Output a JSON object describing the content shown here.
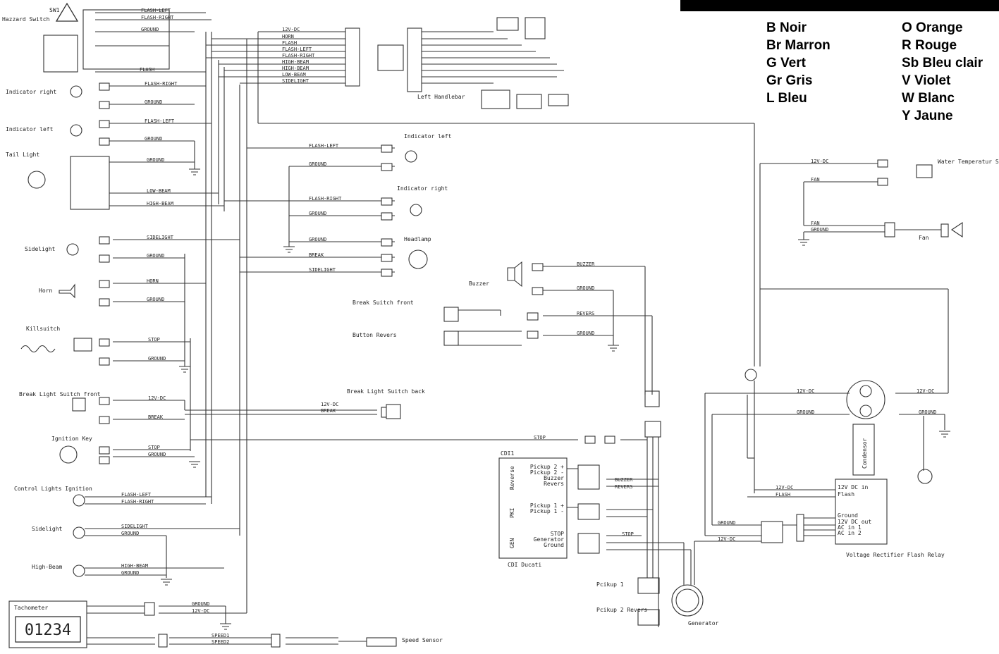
{
  "legend": {
    "left": [
      "B Noir",
      "Br Marron",
      "G Vert",
      "Gr Gris",
      "L Bleu"
    ],
    "right": [
      "O Orange",
      "R Rouge",
      "Sb Bleu clair",
      "V Violet",
      "W Blanc",
      "Y Jaune"
    ]
  },
  "components": {
    "hazard": "Hazzard Switch",
    "sw1": "SW1",
    "ind_right_rear": "Indicator right",
    "ind_left_rear": "Indicator left",
    "tail_light": "Tail Light",
    "sidelight_rear": "Sidelight",
    "horn": "Horn",
    "killswitch": "Killsuitch",
    "break_light_front": "Break Light Suitch front",
    "ignition_key": "Ignition Key",
    "control_lights": "Control Lights Ignition",
    "sidelight_dash": "Sidelight",
    "high_beam": "High-Beam",
    "tachometer": "Tachometer",
    "tacho_value": "01234",
    "left_handlebar": "Left Handlebar",
    "ind_left_front": "Indicator left",
    "ind_right_front": "Indicator right",
    "headlamp": "Headlamp",
    "buzzer": "Buzzer",
    "break_switch_front": "Break Suitch front",
    "button_revers": "Button Revers",
    "break_light_back": "Break Light Suitch back",
    "cdi": "CDI Ducati",
    "cdi_id": "CDI1",
    "pickup1": "Pcikup 1",
    "pickup2": "Pcikup 2 Revers",
    "generator": "Generator",
    "speed_sensor": "Speed Sensor",
    "water_temp": "Water Temperatur Suitch",
    "fan": "Fan",
    "condensor": "Condensor",
    "rectifier": "Voltage Rectifier Flash Relay"
  },
  "wires": {
    "flash_left": "FLASH-LEFT",
    "flash_right": "FLASH-RIGHT",
    "ground": "GROUND",
    "flash": "FLASH",
    "v12": "12V-DC",
    "horn": "HORN",
    "high_beam": "HIGH-BEAM",
    "low_beam": "LOW-BEAM",
    "sidelight": "SIDELIGHT",
    "stop": "STOP",
    "break": "BREAK",
    "buzzer": "BUZZER",
    "revers": "REVERS",
    "fan": "FAN",
    "speed1": "SPEED1",
    "speed2": "SPEED2"
  },
  "cdi_pins": [
    "Pickup 2 +",
    "Pickup 2 -",
    "Buzzer",
    "Revers",
    "Pickup 1 +",
    "Pickup 1 -",
    "STOP",
    "Generator",
    "Ground"
  ],
  "cdi_groups": [
    "Reverse",
    "PKI",
    "GEN"
  ],
  "rectifier_pins": [
    "12V DC in",
    "Flash",
    "Ground",
    "12V DC out",
    "AC in 1",
    "AC in 2"
  ]
}
